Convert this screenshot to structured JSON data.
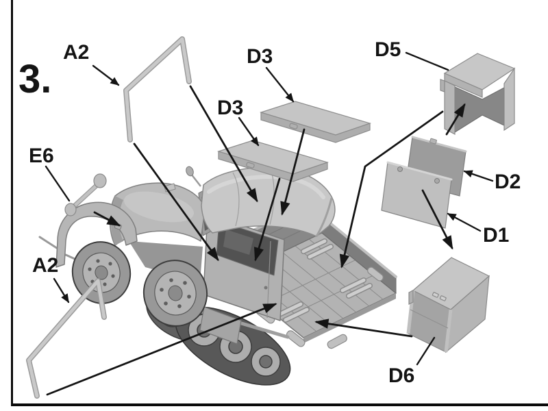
{
  "diagram": {
    "kind": "model-kit-assembly-step",
    "step": "3."
  },
  "labels": {
    "a2_top": "A2",
    "d3_upper": "D3",
    "d3_lower": "D3",
    "d5": "D5",
    "e6": "E6",
    "a2_bottom": "A2",
    "d2": "D2",
    "d1": "D1",
    "d6": "D6"
  },
  "palette": {
    "background": "#ffffff",
    "frame_border": "#0a0a0a",
    "label_text": "#141414",
    "callout_line": "#141414",
    "part_light": "#c7c7c7",
    "part_mid": "#b2b2b2",
    "part_shadow": "#8c8c8c",
    "dark_detail": "#555555"
  }
}
